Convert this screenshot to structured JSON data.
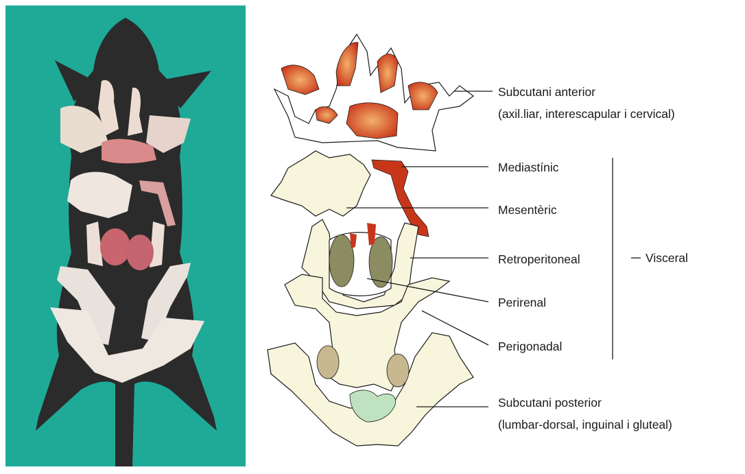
{
  "labels": {
    "subcutani_anterior": "Subcutani anterior",
    "subcutani_anterior_detail": "(axil.liar, interescapular i cervical)",
    "mediastinic": "Mediastínic",
    "mesenteric": "Mesentèric",
    "retroperitoneal": "Retroperitoneal",
    "perirenal": "Perirenal",
    "perigonadal": "Perigonadal",
    "visceral": "Visceral",
    "subcutani_posterior": "Subcutani posterior",
    "subcutani_posterior_detail": "(lumbar-dorsal, inguinal i gluteal)"
  },
  "colors": {
    "photo_background": "#1faa98",
    "mouse_silhouette": "#2b2b2b",
    "white_fat": "#f7f5dc",
    "brown_fat": "#d2451a",
    "kidney": "#8c8c62",
    "gonadal_fat_pad": "#c8b890",
    "inguinal_node": "#bfe3c0",
    "photo_fat": "#e9ddd0",
    "photo_organ": "#c9656d"
  },
  "icons": {
    "photo": "dissected-mouse-fat-depots-photo",
    "diagram": "fat-depot-outline-drawing"
  }
}
